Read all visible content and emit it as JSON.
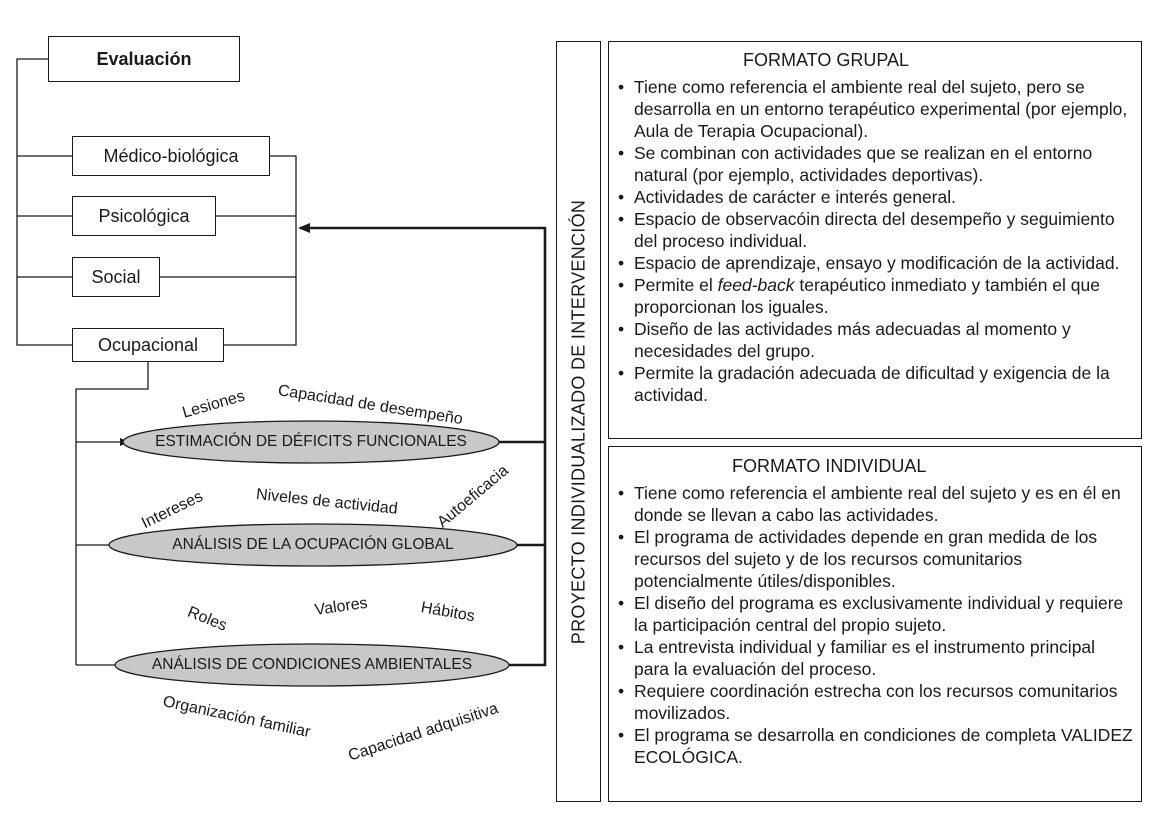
{
  "left_tree": {
    "evaluation": "Evaluación",
    "categories": [
      "Médico-biológica",
      "Psicológica",
      "Social",
      "Ocupacional"
    ]
  },
  "ellipses": [
    "ESTIMACIÓN DE DÉFICITS FUNCIONALES",
    "ANÁLISIS DE LA OCUPACIÓN GLOBAL",
    "ANÁLISIS DE CONDICIONES AMBIENTALES"
  ],
  "floating_labels": {
    "lesiones": "Lesiones",
    "capacidad_desempeno": "Capacidad de desempeño",
    "intereses": "Intereses",
    "niveles_actividad": "Niveles de actividad",
    "autoeficacia": "Autoeficacia",
    "roles": "Roles",
    "valores": "Valores",
    "habitos": "Hábitos",
    "organizacion_familiar": "Organización familiar",
    "capacidad_adquisitiva": "Capacidad adquisitiva"
  },
  "vertical_label": "PROYECTO INDIVIDUALIZADO DE INTERVENCIÓN",
  "grupal": {
    "title": "FORMATO GRUPAL",
    "items": [
      "Tiene como referencia el ambiente real del sujeto, pero se desarrolla en un entorno terapéutico experimental (por ejemplo, Aula de Terapia Ocupacional).",
      "Se combinan con actividades que se realizan en el entorno natural (por ejemplo, actividades deportivas).",
      "Actividades de carácter e interés general.",
      "Espacio de observacóin directa del desempeño y seguimiento del proceso individual.",
      "Espacio de aprendizaje, ensayo y modificación de la actividad.",
      "Permite el feed-back terapéutico inmediato y también el que proporcionan los iguales.",
      "Diseño de las actividades más adecuadas al momento y necesidades del grupo.",
      "Permite la gradación adecuada de dificultad y exigencia de la actividad."
    ],
    "feedback_parts": {
      "before": "Permite el ",
      "italic": "feed-back",
      "after": " terapéutico inmediato y también el que proporcionan los iguales."
    }
  },
  "individual": {
    "title": "FORMATO INDIVIDUAL",
    "items": [
      "Tiene como referencia el ambiente real del sujeto y es en él en donde se llevan a cabo las actividades.",
      "El programa de actividades depende en gran medida de los recursos del sujeto y de los recursos comunitarios potencialmente útiles/disponibles.",
      "El diseño del programa es exclusivamente individual y requiere la participación central del propio sujeto.",
      "La entrevista individual y familiar es el instrumento principal para la evaluación del proceso.",
      "Requiere coordinación estrecha con los recursos comunitarios movilizados.",
      "El programa se desarrolla en condiciones de completa VALIDEZ ECOLÓGICA."
    ]
  },
  "colors": {
    "line": "#1a1a1a",
    "ellipse_fill": "#c8c8c8"
  }
}
